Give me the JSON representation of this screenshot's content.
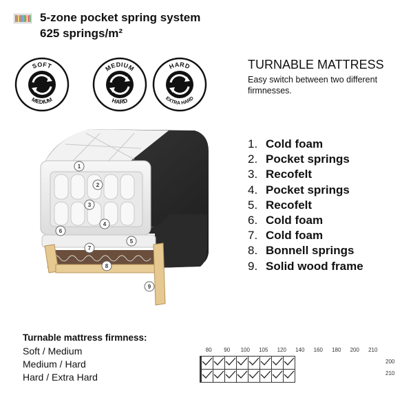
{
  "header": {
    "line1": "5-zone pocket spring system",
    "line2": "625 springs/m²",
    "zone_colors": [
      "#2e9e4f",
      "#d23a3a",
      "#e8c33a",
      "#3a7ad2"
    ]
  },
  "badges": [
    {
      "top": "SOFT",
      "bottom": "MEDIUM",
      "icon": "firmness-rotate-icon"
    },
    {
      "top": "MEDIUM",
      "bottom": "HARD",
      "icon": "firmness-rotate-icon"
    },
    {
      "top": "HARD",
      "bottom": "EXTRA HARD",
      "icon": "firmness-rotate-icon"
    }
  ],
  "turnable": {
    "title": "TURNABLE MATTRESS",
    "description": "Easy switch between two different firmnesses."
  },
  "layers": [
    {
      "num": "1.",
      "label": "Cold foam"
    },
    {
      "num": "2.",
      "label": "Pocket springs"
    },
    {
      "num": "3.",
      "label": "Recofelt"
    },
    {
      "num": "4.",
      "label": "Pocket springs"
    },
    {
      "num": "5.",
      "label": "Recofelt"
    },
    {
      "num": "6.",
      "label": "Cold foam"
    },
    {
      "num": "7.",
      "label": "Cold foam"
    },
    {
      "num": "8.",
      "label": "Bonnell springs"
    },
    {
      "num": "9.",
      "label": "Solid wood frame"
    }
  ],
  "markers": [
    "1",
    "2",
    "3",
    "4",
    "5",
    "6",
    "7",
    "8",
    "9"
  ],
  "firmness": {
    "title": "Turnable mattress firmness:",
    "options": [
      "Soft / Medium",
      "Medium / Hard",
      "Hard / Extra Hard"
    ]
  },
  "size_grid": {
    "widths": [
      "80",
      "90",
      "100",
      "105",
      "120",
      "140",
      "160",
      "180",
      "200",
      "210"
    ],
    "lengths": [
      "200",
      "210"
    ],
    "available": [
      [
        false,
        false,
        true,
        true,
        true,
        true,
        true,
        true,
        true,
        true
      ],
      [
        false,
        false,
        true,
        true,
        true,
        true,
        true,
        true,
        true,
        true
      ]
    ]
  }
}
